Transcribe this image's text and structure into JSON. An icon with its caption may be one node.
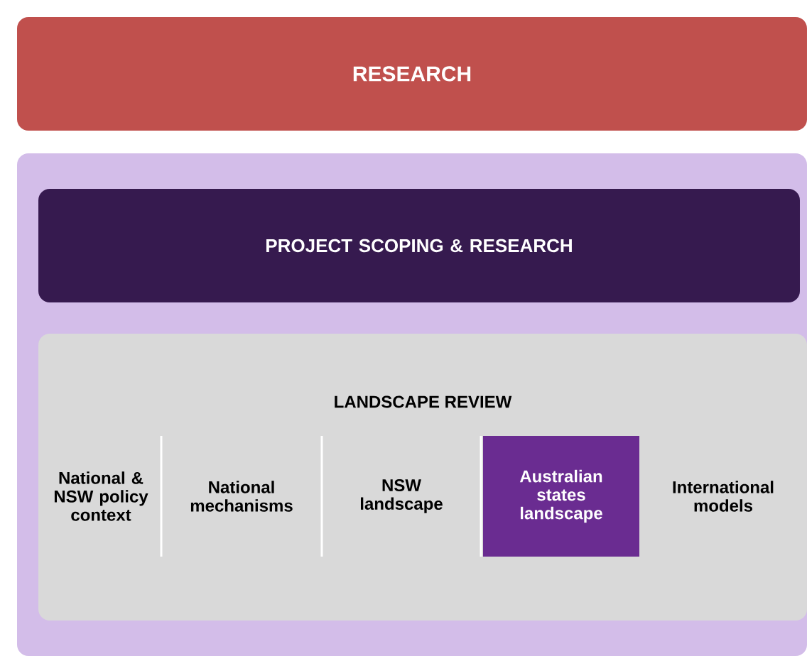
{
  "diagram": {
    "nodes": [
      {
        "text": [
          "RESEARCH"
        ]
      },
      {
        "text": [],
        "shape": "box"
      },
      {
        "text": [
          "PROJECT SCOPING & RESEARCH"
        ],
        "in": 1
      },
      {
        "text": [
          "LANDSCAPE REVIEW"
        ],
        "in": 1
      },
      {
        "text": [
          "National & NSW policy context"
        ],
        "in": 3
      },
      {
        "text": [
          "National mechanisms"
        ],
        "in": 3
      },
      {
        "text": [
          "NSW landscape"
        ],
        "in": 3
      },
      {
        "text": [
          "Australian states landscape"
        ],
        "in": 3
      },
      {
        "text": [
          "International models"
        ],
        "in": 3
      }
    ]
  }
}
